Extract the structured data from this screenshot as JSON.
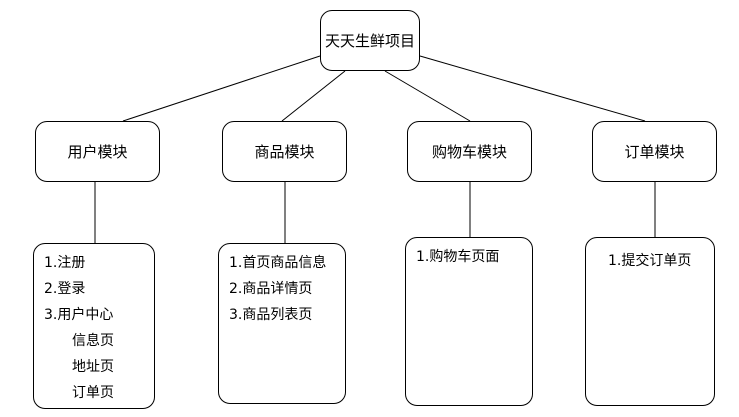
{
  "root": {
    "label": "天天生鲜项目"
  },
  "modules": [
    {
      "label": "用户模块",
      "items": [
        "1.注册",
        "2.登录",
        "3.用户中心",
        "信息页",
        "地址页",
        "订单页"
      ]
    },
    {
      "label": "商品模块",
      "items": [
        "1.首页商品信息",
        "2.商品详情页",
        "3.商品列表页"
      ]
    },
    {
      "label": "购物车模块",
      "items": [
        "1.购物车页面"
      ]
    },
    {
      "label": "订单模块",
      "items": [
        "1.提交订单页"
      ]
    }
  ]
}
